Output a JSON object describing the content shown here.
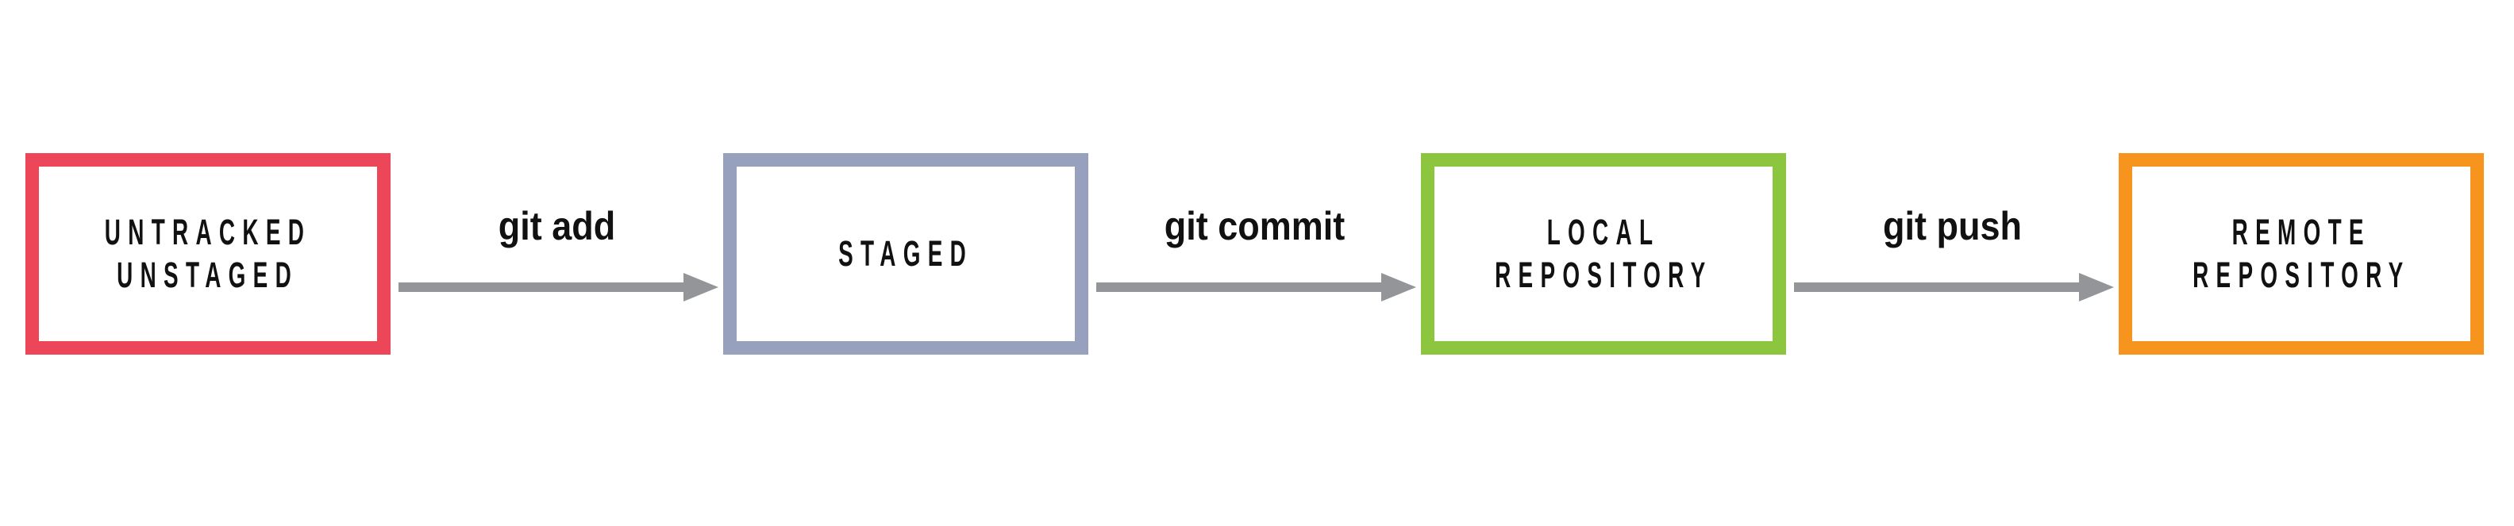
{
  "figure": {
    "background": "#ffffff",
    "text_color": "#111111",
    "arrow_color": "#939598",
    "nodes": [
      {
        "id": "untracked-unstaged",
        "lines": [
          "UNTRACKED",
          "UNSTAGED"
        ],
        "border_color": "#EE4659"
      },
      {
        "id": "staged",
        "lines": [
          "STAGED"
        ],
        "border_color": "#97A0BC"
      },
      {
        "id": "local-repository",
        "lines": [
          "LOCAL",
          "REPOSITORY"
        ],
        "border_color": "#8CC63E"
      },
      {
        "id": "remote-repository",
        "lines": [
          "REMOTE",
          "REPOSITORY"
        ],
        "border_color": "#F7941E"
      }
    ],
    "edges": [
      {
        "label": "git add"
      },
      {
        "label": "git commit"
      },
      {
        "label": "git push"
      }
    ]
  }
}
